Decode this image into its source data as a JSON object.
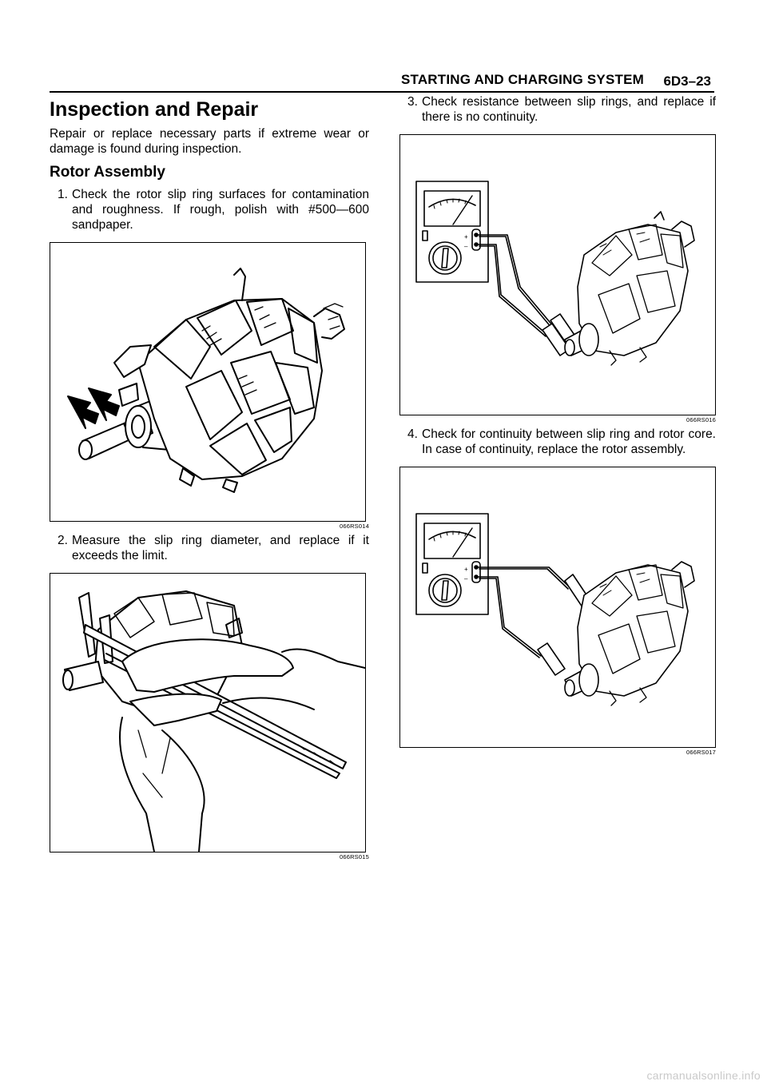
{
  "header": {
    "section": "STARTING AND CHARGING SYSTEM",
    "page_number": "6D3–23"
  },
  "title": "Inspection and Repair",
  "intro": "Repair or replace necessary parts if extreme wear or damage is found during inspection.",
  "subheading": "Rotor Assembly",
  "steps": [
    {
      "num": "1.",
      "text": "Check the rotor slip ring surfaces for contamination and roughness. If rough, polish with #500—600 sandpaper."
    },
    {
      "num": "2.",
      "text": "Measure the slip ring diameter, and replace if it exceeds the limit."
    },
    {
      "num": "3.",
      "text": "Check resistance between slip rings, and replace if there is no continuity."
    },
    {
      "num": "4.",
      "text": "Check for continuity between slip ring and rotor core. In case of continuity, replace the rotor assembly."
    }
  ],
  "figures": [
    {
      "id": "066RS014",
      "icon": "rotor-assembly-illustration"
    },
    {
      "id": "066RS015",
      "icon": "caliper-measurement-illustration"
    },
    {
      "id": "066RS016",
      "icon": "ohmmeter-slip-rings-illustration"
    },
    {
      "id": "066RS017",
      "icon": "ohmmeter-rotor-core-illustration"
    }
  ],
  "meter": {
    "plus": "+",
    "minus": "–"
  },
  "watermark": "carmanualsonline.info"
}
